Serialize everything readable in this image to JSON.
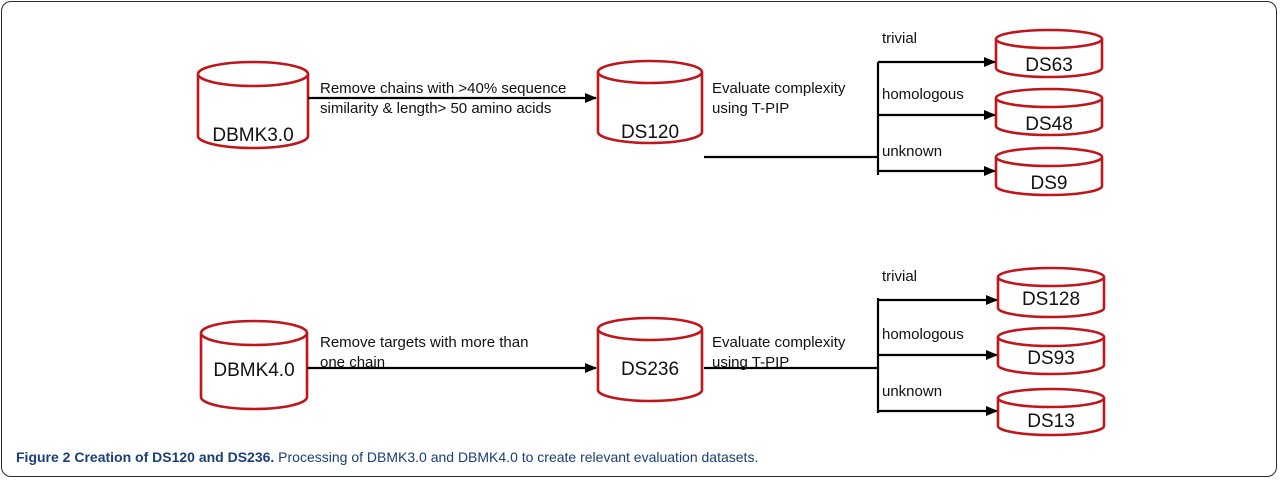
{
  "diagram": {
    "top": {
      "source": "DBMK3.0",
      "step1_line1": "Remove chains with >40% sequence",
      "step1_line2": "similarity & length> 50 amino acids",
      "mid": "DS120",
      "step2_line1": "Evaluate complexity",
      "step2_line2": "using T-PIP",
      "branches": [
        {
          "label": "trivial",
          "target": "DS63"
        },
        {
          "label": "homologous",
          "target": "DS48"
        },
        {
          "label": "unknown",
          "target": "DS9"
        }
      ]
    },
    "bottom": {
      "source": "DBMK4.0",
      "step1_line1": "Remove targets with more than",
      "step1_line2": "one chain",
      "mid": "DS236",
      "step2_line1": "Evaluate complexity",
      "step2_line2": "using T-PIP",
      "branches": [
        {
          "label": "trivial",
          "target": "DS128"
        },
        {
          "label": "homologous",
          "target": "DS93"
        },
        {
          "label": "unknown",
          "target": "DS13"
        }
      ]
    }
  },
  "caption": {
    "title": "Figure 2 Creation of DS120 and DS236.",
    "text": " Processing of DBMK3.0 and DBMK4.0 to create relevant evaluation datasets."
  },
  "colors": {
    "cylinder_stroke": "#c0161b",
    "caption_text": "#1a3e7a"
  }
}
